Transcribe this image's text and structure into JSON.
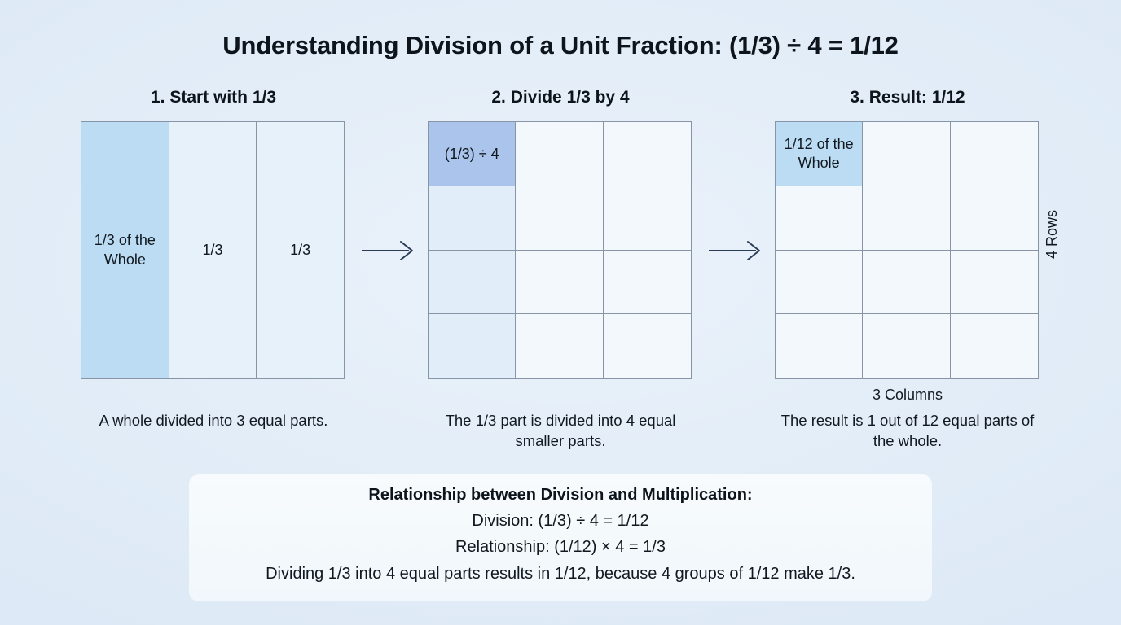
{
  "title": "Understanding Division of a Unit Fraction: (1/3) ÷ 4 = 1/12",
  "panels": [
    {
      "heading": "1. Start with 1/3",
      "caption": "A whole divided into 3 equal parts.",
      "cells": [
        {
          "label": "1/3 of the Whole"
        },
        {
          "label": "1/3"
        },
        {
          "label": "1/3"
        }
      ]
    },
    {
      "heading": "2. Divide 1/3 by 4",
      "caption": "The 1/3 part is divided into 4 equal smaller parts.",
      "highlight_label": "(1/3) ÷ 4"
    },
    {
      "heading": "3. Result: 1/12",
      "caption": "The result is 1 out of 12 equal parts of the whole.",
      "highlight_label": "1/12 of the Whole",
      "rows_label": "4 Rows",
      "columns_label": "3 Columns"
    }
  ],
  "summary": {
    "heading": "Relationship between Division and Multiplication:",
    "line_division": "Division: (1/3) ÷ 4 = 1/12",
    "line_relationship": "Relationship: (1/12) × 4 = 1/3",
    "line_explanation": "Dividing 1/3 into 4 equal parts results in 1/12, because 4 groups of 1/12 make 1/3."
  },
  "chart_data": {
    "type": "diagram",
    "title": "Understanding Division of a Unit Fraction: (1/3) ÷ 4 = 1/12",
    "steps": [
      {
        "step": 1,
        "heading": "1. Start with 1/3",
        "partition": {
          "columns": 3,
          "rows": 1
        },
        "shaded_parts": 1,
        "total_parts": 3,
        "fraction": "1/3"
      },
      {
        "step": 2,
        "heading": "2. Divide 1/3 by 4",
        "partition": {
          "columns": 3,
          "rows": 4
        },
        "tinted_region": "column 1 (the 1/3 strip)",
        "shaded_parts": 1,
        "total_parts": 12,
        "expression": "(1/3) ÷ 4"
      },
      {
        "step": 3,
        "heading": "3. Result: 1/12",
        "partition": {
          "columns": 3,
          "rows": 4
        },
        "shaded_parts": 1,
        "total_parts": 12,
        "fraction": "1/12"
      }
    ],
    "equation": "(1/3) ÷ 4 = 1/12",
    "inverse_equation": "(1/12) × 4 = 1/3"
  },
  "colors": {
    "background": "#e2edf8",
    "highlight_soft": "#bcdcf4",
    "highlight_strong": "#aac4ec",
    "cell": "#f2f8fc",
    "grid_line": "#8795a6",
    "arrow": "#2b3c56",
    "text": "#11181f"
  }
}
